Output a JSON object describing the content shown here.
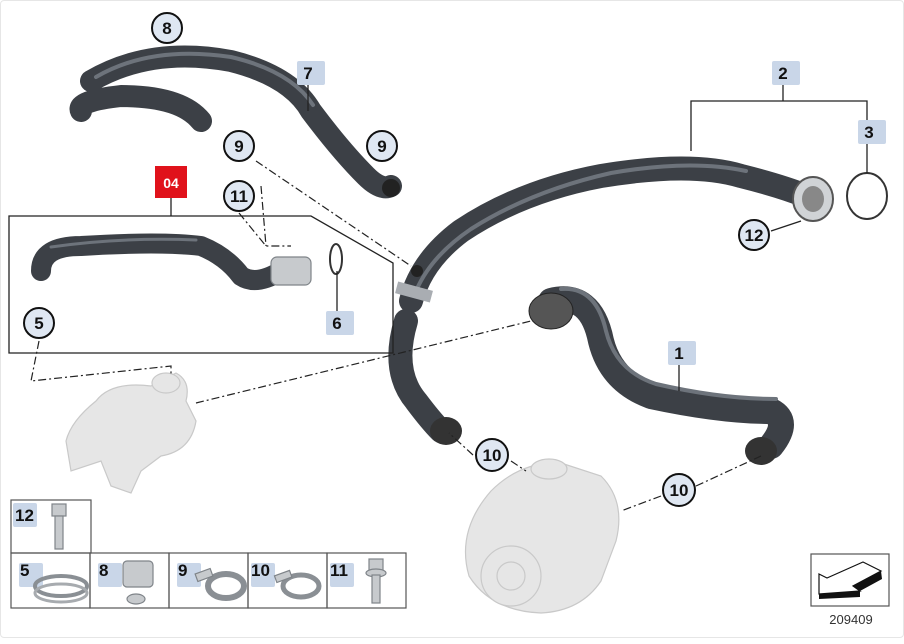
{
  "diagram": {
    "group_badge": {
      "label": "04",
      "color": "#e0121b"
    },
    "callouts_circle": [
      {
        "id": "c8",
        "label": "8"
      },
      {
        "id": "c9a",
        "label": "9"
      },
      {
        "id": "c9b",
        "label": "9"
      },
      {
        "id": "c11",
        "label": "11"
      },
      {
        "id": "c12",
        "label": "12"
      },
      {
        "id": "c5",
        "label": "5"
      },
      {
        "id": "c10a",
        "label": "10"
      },
      {
        "id": "c10b",
        "label": "10"
      }
    ],
    "callouts_square": [
      {
        "id": "s7",
        "label": "7"
      },
      {
        "id": "s2",
        "label": "2"
      },
      {
        "id": "s3",
        "label": "3"
      },
      {
        "id": "s6",
        "label": "6"
      },
      {
        "id": "s1",
        "label": "1"
      }
    ],
    "legend": [
      {
        "label": "12",
        "icon": "bolt-icon"
      },
      {
        "label": "5",
        "icon": "spring-clamp-icon"
      },
      {
        "label": "8",
        "icon": "clip-icon"
      },
      {
        "label": "9",
        "icon": "hose-clamp-icon"
      },
      {
        "label": "10",
        "icon": "hose-clamp-icon"
      },
      {
        "label": "11",
        "icon": "torx-bolt-icon"
      }
    ],
    "diagram_number": "209409",
    "colors": {
      "hose": "#3c4046",
      "callout_fill": "#c9d6e8",
      "badge": "#e0121b"
    }
  }
}
